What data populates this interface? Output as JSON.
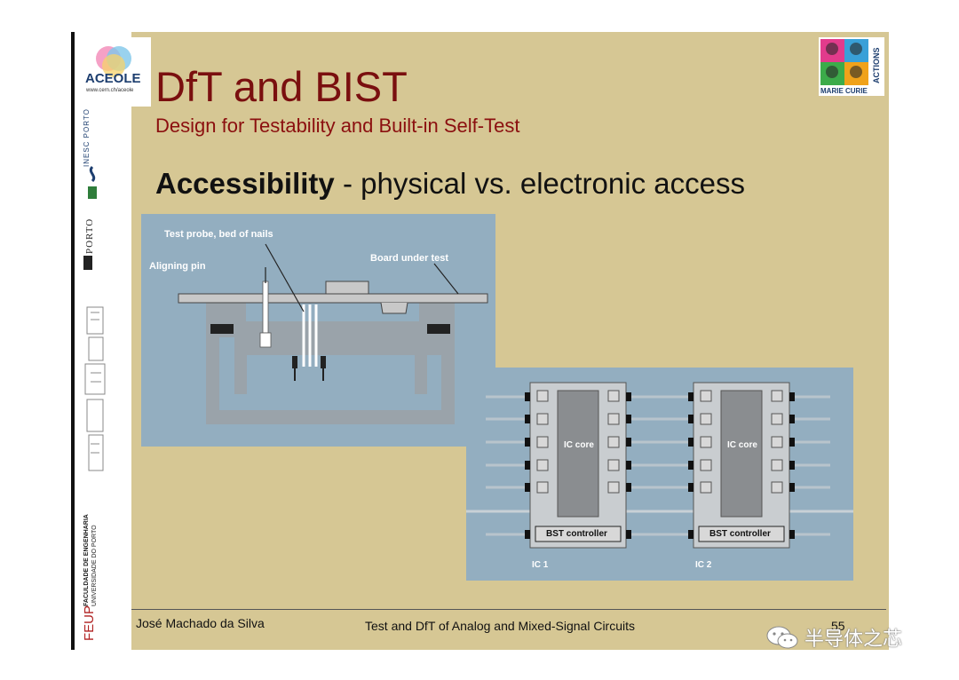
{
  "slide": {
    "title": "DfT and BIST",
    "subtitle": "Design for Testability and Built-in Self-Test",
    "heading_bold": "Accessibility",
    "heading_rest": " - physical vs. electronic access"
  },
  "logos": {
    "aceole": "ACEOLE",
    "aceole_url": "www.cern.ch/aceole",
    "inesc": "INESC PORTO",
    "uporto": "PORTO",
    "feup": "FEUP",
    "feup_name": "FACULDADE DE ENGENHARIA",
    "feup_uni": "UNIVERSIDADE DO PORTO",
    "marie_curie": "MARIE CURIE",
    "actions": "ACTIONS"
  },
  "figure1": {
    "label_probe": "Test probe, bed of nails",
    "label_pin": "Aligning pin",
    "label_board": "Board under test"
  },
  "figure2": {
    "ic_core_1": "IC core",
    "ic_core_2": "IC core",
    "bst_1": "BST controller",
    "bst_2": "BST controller",
    "ic1": "IC 1",
    "ic2": "IC 2"
  },
  "footer": {
    "author": "José Machado da Silva",
    "course": "Test and DfT of Analog and Mixed-Signal Circuits",
    "page": "55"
  },
  "watermark": {
    "text": "半导体之芯",
    "icon": "wechat-icon"
  }
}
